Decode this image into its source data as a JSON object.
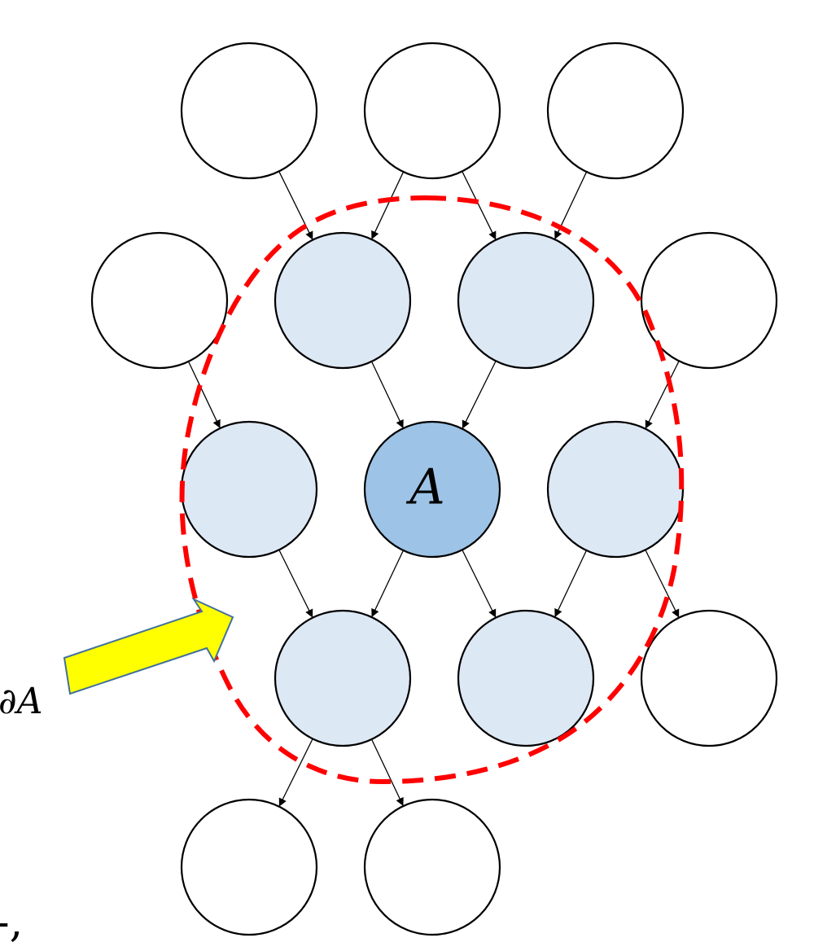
{
  "diagram": {
    "nodes": [
      {
        "id": "r1c1",
        "state": "outside",
        "label": ""
      },
      {
        "id": "r1c2",
        "state": "outside",
        "label": ""
      },
      {
        "id": "r1c3",
        "state": "outside",
        "label": ""
      },
      {
        "id": "r2c1",
        "state": "outside",
        "label": ""
      },
      {
        "id": "r2c2",
        "state": "boundary",
        "label": ""
      },
      {
        "id": "r2c3",
        "state": "boundary",
        "label": ""
      },
      {
        "id": "r2c4",
        "state": "outside",
        "label": ""
      },
      {
        "id": "r3c1",
        "state": "boundary",
        "label": ""
      },
      {
        "id": "r3c2",
        "state": "center",
        "label": "A"
      },
      {
        "id": "r3c3",
        "state": "boundary",
        "label": ""
      },
      {
        "id": "r4c1",
        "state": "boundary",
        "label": ""
      },
      {
        "id": "r4c2",
        "state": "boundary",
        "label": ""
      },
      {
        "id": "r4c3",
        "state": "outside",
        "label": ""
      },
      {
        "id": "r5c1",
        "state": "outside",
        "label": ""
      },
      {
        "id": "r5c2",
        "state": "outside",
        "label": ""
      }
    ],
    "edges": [
      {
        "from": "r1c1",
        "to": "r2c2"
      },
      {
        "from": "r1c2",
        "to": "r2c2"
      },
      {
        "from": "r1c2",
        "to": "r2c3"
      },
      {
        "from": "r1c3",
        "to": "r2c3"
      },
      {
        "from": "r2c1",
        "to": "r3c1"
      },
      {
        "from": "r2c2",
        "to": "r3c2"
      },
      {
        "from": "r2c3",
        "to": "r3c2"
      },
      {
        "from": "r2c4",
        "to": "r3c3"
      },
      {
        "from": "r3c1",
        "to": "r4c1"
      },
      {
        "from": "r3c2",
        "to": "r4c1"
      },
      {
        "from": "r3c2",
        "to": "r4c2"
      },
      {
        "from": "r3c3",
        "to": "r4c2"
      },
      {
        "from": "r3c3",
        "to": "r4c3"
      },
      {
        "from": "r4c1",
        "to": "r5c1"
      },
      {
        "from": "r4c1",
        "to": "r5c2"
      }
    ],
    "boundary_label": "∂A",
    "stray_mark": "-,",
    "colors": {
      "outside_fill": "#ffffff",
      "boundary_fill": "#dde8f5",
      "center_fill": "#9dc3e6",
      "node_stroke": "#000000",
      "dashed_boundary": "#ff0000",
      "arrow_fill": "#ffff00",
      "arrow_stroke": "#41719c"
    },
    "icons": {
      "pointer": "yellow-block-arrow-icon"
    }
  }
}
